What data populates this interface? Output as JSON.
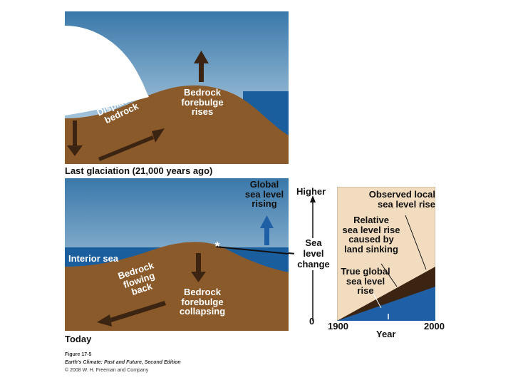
{
  "colors": {
    "sky_top": "#3a78aa",
    "sky_bottom": "#cfe3ee",
    "ocean": "#1b5e9e",
    "bedrock": "#8b5a2b",
    "bedrock_dark": "#3b2412",
    "ice": "#ffffff",
    "chart_bg": "#f2dcc0",
    "chart_border": "#b8a98a",
    "global_blue": "#1f5fa6"
  },
  "top_panel": {
    "caption": "Last glaciation (21,000 years ago)",
    "label_forebulge_rises": "Bedrock\nforebulge\nrises",
    "label_displaced": "Displaced\nbedrock"
  },
  "bottom_panel": {
    "caption": "Today",
    "label_interior_sea": "Interior sea",
    "label_flowing_back": "Bedrock\nflowing\nback",
    "label_forebulge_collapsing": "Bedrock\nforebulge\ncollapsing",
    "label_global_rising": "Global\nsea level\nrising",
    "marker_symbol": "*"
  },
  "axis": {
    "y_title": "Sea\nlevel\nchange",
    "y_high": "Higher",
    "y_zero": "0",
    "x_title": "Year",
    "x_start": "1900",
    "x_end": "2000"
  },
  "chart_annotations": {
    "observed": "Observed local\nsea level rise",
    "relative": "Relative\nsea level rise\ncaused by\nland sinking",
    "true_global": "True global\nsea level\nrise"
  },
  "credit": {
    "figure": "Figure 17-5",
    "book": "Earth's Climate: Past and Future, Second Edition",
    "copyright": "© 2008 W. H. Freeman and Company"
  }
}
